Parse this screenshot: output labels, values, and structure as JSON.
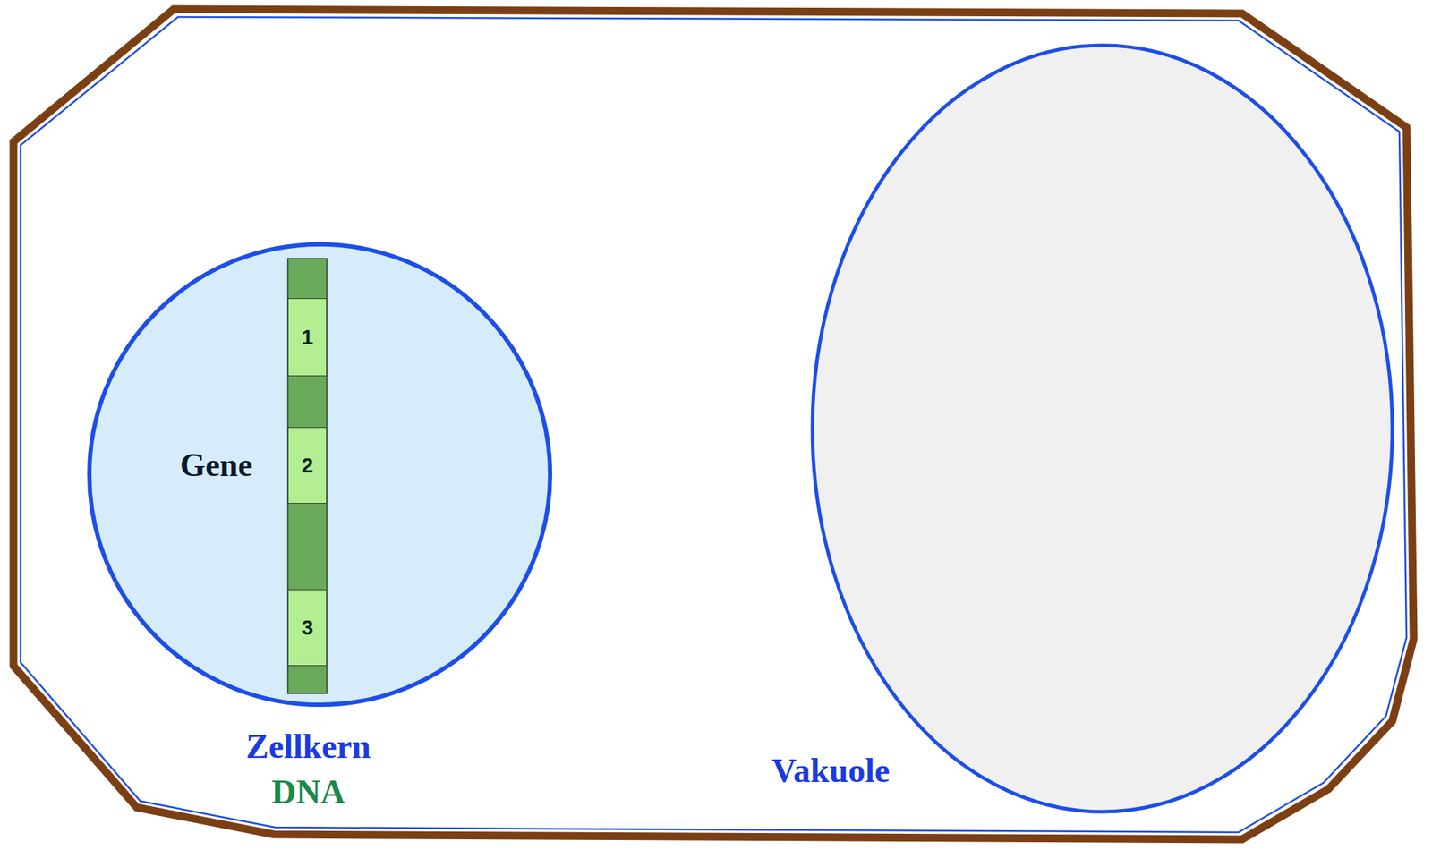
{
  "diagram": {
    "nodes": [
      {
        "text": [
          "Zellkern",
          "DNA"
        ]
      },
      {
        "text": [
          "1"
        ],
        "in": 0
      },
      {
        "text": [
          "2"
        ],
        "in": 0
      },
      {
        "text": [
          "3"
        ],
        "in": 0
      },
      {
        "text": [
          "Vakuole"
        ]
      }
    ],
    "labels": [
      "Gene"
    ]
  }
}
